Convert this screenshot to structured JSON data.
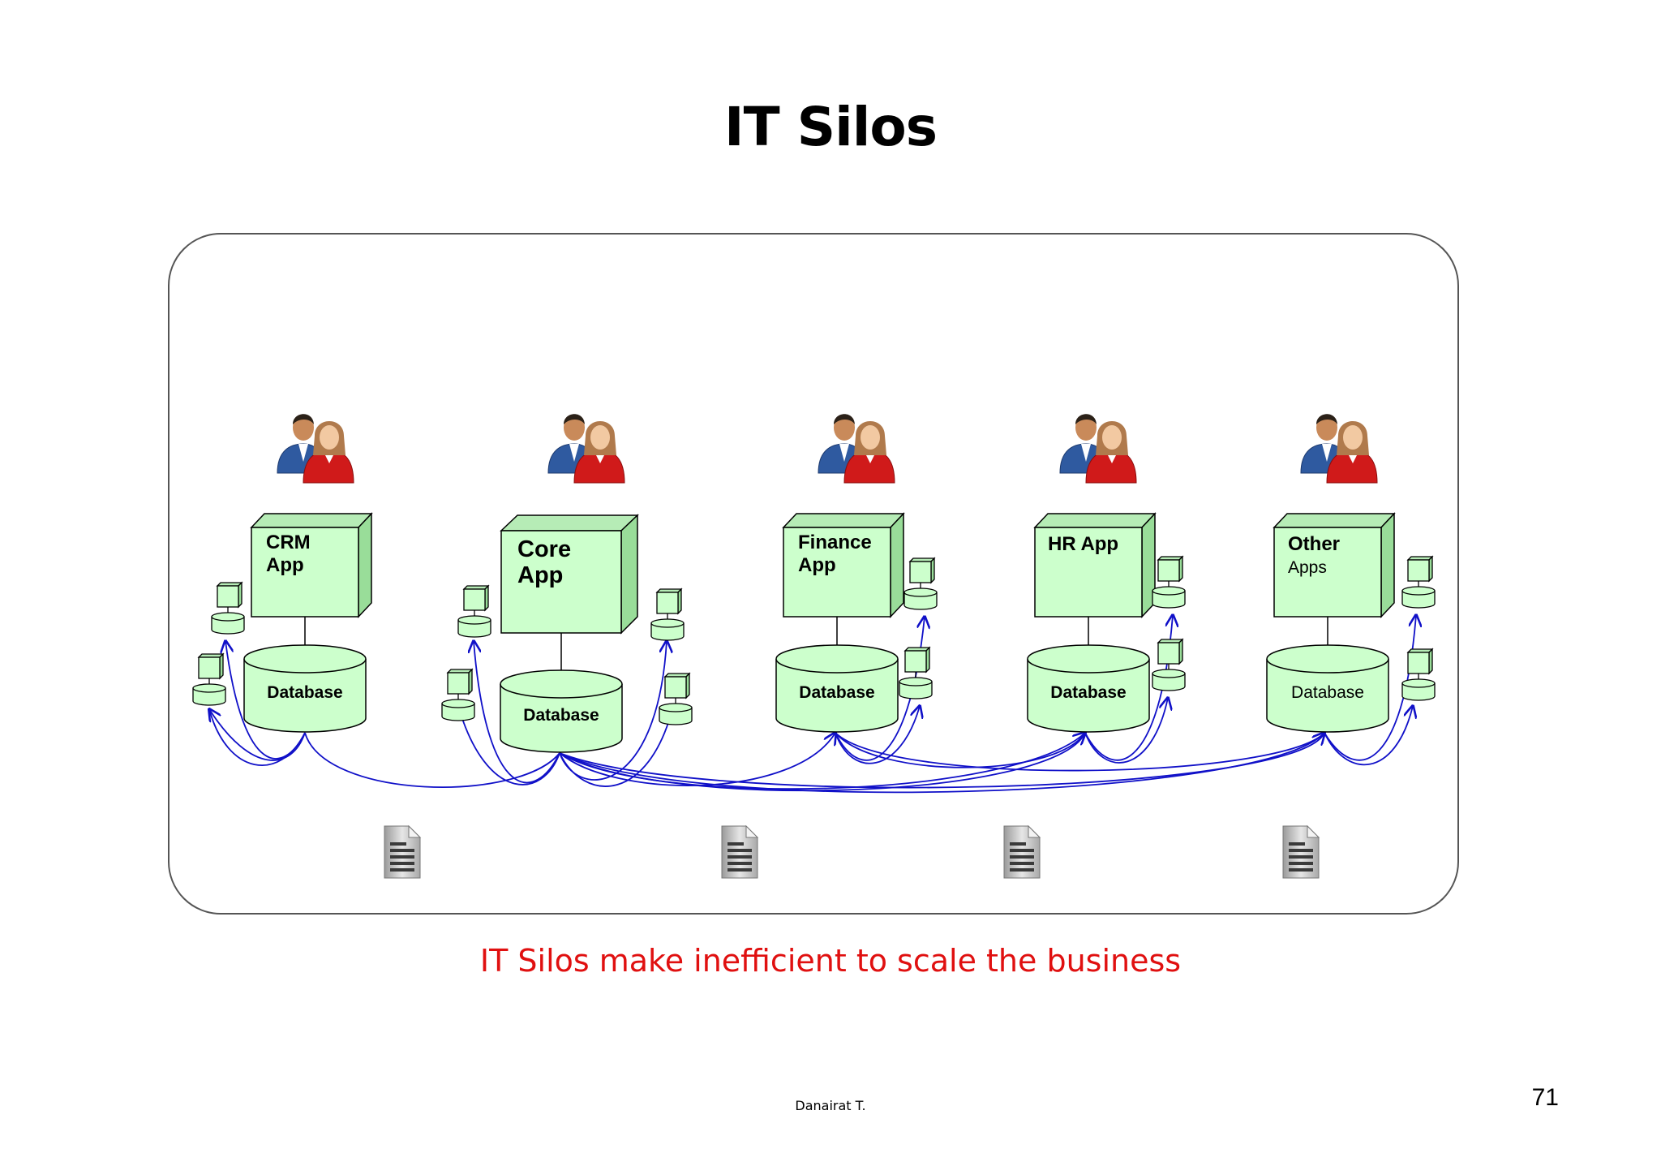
{
  "slide": {
    "title": "IT Silos",
    "caption": "IT Silos make inefficient to scale the business",
    "author": "Danairat T.",
    "page_number": "71"
  },
  "diagram": {
    "silos": [
      {
        "app_line1": "CRM",
        "app_line2": "App",
        "database": "Database"
      },
      {
        "app_line1": "Core",
        "app_line2": "App",
        "database": "Database"
      },
      {
        "app_line1": "Finance",
        "app_line2": "App",
        "database": "Database"
      },
      {
        "app_line1": "HR App",
        "app_line2": "",
        "database": "Database"
      },
      {
        "app_line1": "Other",
        "app_line2": "Apps",
        "database": "Database"
      }
    ],
    "icons": {
      "users": "users-icon",
      "document": "document-icon",
      "app_box": "cube-icon",
      "database": "database-icon"
    },
    "colors": {
      "box_fill": "#ccffcc",
      "box_side": "#99dd99",
      "outline": "#000000",
      "arrows": "#1010c8",
      "frame": "#555555",
      "caption": "#e01010"
    }
  }
}
